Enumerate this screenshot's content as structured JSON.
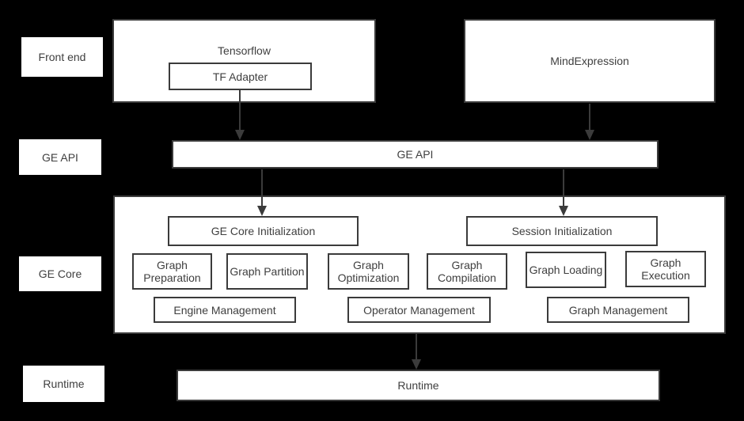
{
  "colors": {
    "background": "#000000",
    "box_fill": "#ffffff",
    "box_border": "#3b3b3b",
    "text": "#3f3f3f",
    "arrow": "#3b3b3b"
  },
  "side_labels": {
    "front_end": "Front end",
    "ge_api": "GE API",
    "ge_core": "GE Core",
    "runtime": "Runtime"
  },
  "front_end": {
    "tensorflow_label": "Tensorflow",
    "tf_adapter_label": "TF Adapter",
    "mind_expression_label": "MindExpression"
  },
  "ge_api": {
    "bar_label": "GE API"
  },
  "ge_core": {
    "ge_core_initialization": "GE Core Initialization",
    "session_initialization": "Session Initialization",
    "stages": [
      "Graph Preparation",
      "Graph Partition",
      "Graph Optimization",
      "Graph Compilation",
      "Graph Loading",
      "Graph Execution"
    ],
    "management": [
      "Engine Management",
      "Operator Management",
      "Graph Management"
    ]
  },
  "runtime": {
    "bar_label": "Runtime"
  }
}
